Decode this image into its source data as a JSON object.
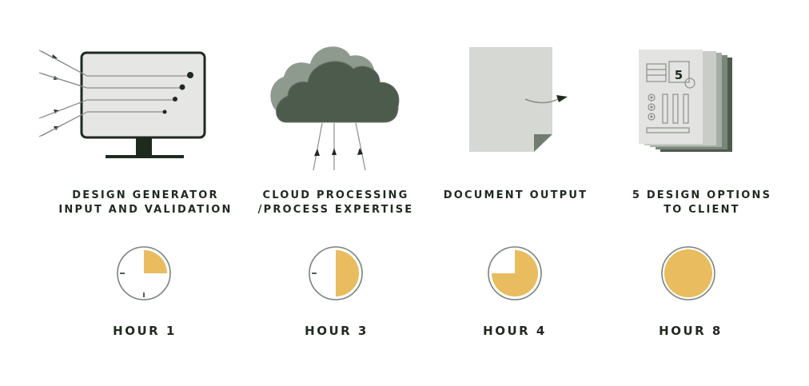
{
  "colors": {
    "dark_green": "#1f2a1f",
    "cloud_dark": "#4d5b4c",
    "cloud_light": "#8f9a8e",
    "paper": "#d5d8d3",
    "paper_fold": "#6f7c6e",
    "screen": "#e6e7e4",
    "progress_fill": "#e8bc5f",
    "clock_ring": "#7a837a"
  },
  "steps": [
    {
      "id": "design-generator",
      "icon": "monitor-input-icon",
      "label_lines": [
        "DESIGN GENERATOR",
        "INPUT AND VALIDATION"
      ],
      "hour_label": "HOUR 1",
      "progress_fraction": 0.25
    },
    {
      "id": "cloud-processing",
      "icon": "cloud-upload-icon",
      "label_lines": [
        "CLOUD PROCESSING",
        "/PROCESS EXPERTISE"
      ],
      "hour_label": "HOUR 3",
      "progress_fraction": 0.5
    },
    {
      "id": "document-output",
      "icon": "document-page-icon",
      "label_lines": [
        "DOCUMENT OUTPUT"
      ],
      "hour_label": "HOUR 4",
      "progress_fraction": 0.75
    },
    {
      "id": "design-options",
      "icon": "stacked-documents-icon",
      "label_lines": [
        "5 DESIGN OPTIONS",
        "TO CLIENT"
      ],
      "hour_label": "HOUR 8",
      "progress_fraction": 1.0,
      "badge_number": "5"
    }
  ]
}
